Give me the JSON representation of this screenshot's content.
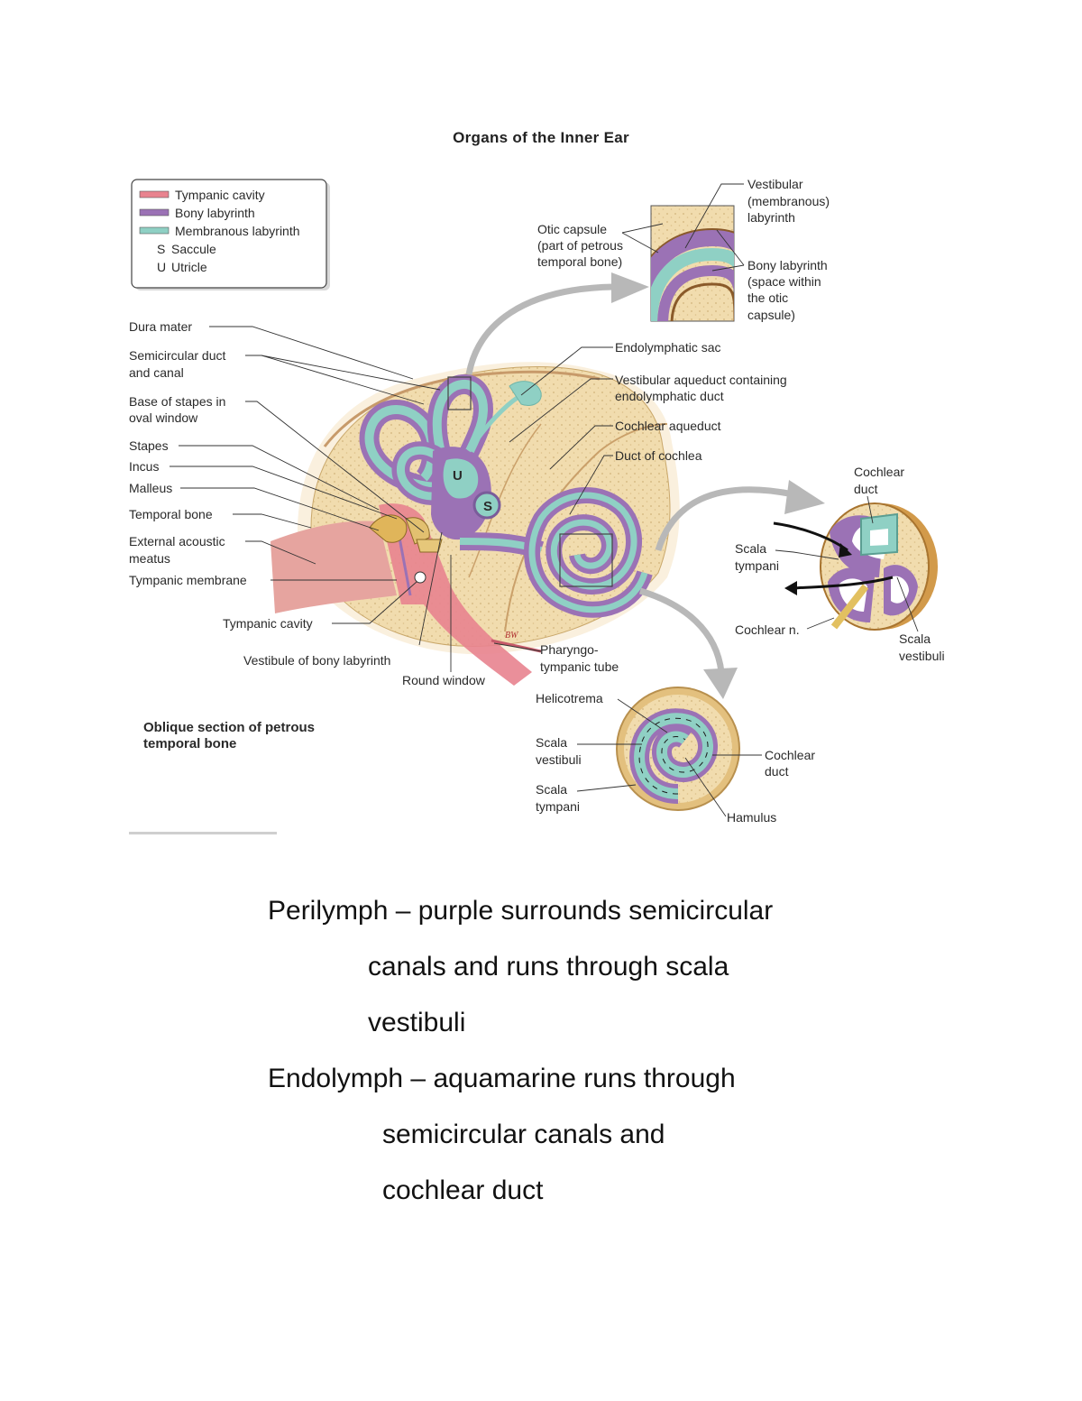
{
  "title": "Organs of the Inner Ear",
  "legend": {
    "items": [
      {
        "label": "Tympanic cavity",
        "color": "#e8838f"
      },
      {
        "label": "Bony labyrinth",
        "color": "#9b72b5"
      },
      {
        "label": "Membranous labyrinth",
        "color": "#8fd0c4"
      }
    ],
    "abbrev": [
      {
        "key": "S",
        "label": "Saccule"
      },
      {
        "key": "U",
        "label": "Utricle"
      }
    ]
  },
  "left_labels": {
    "dura_mater": "Dura mater",
    "semicircular_duct_1": "Semicircular duct",
    "semicircular_duct_2": "and canal",
    "base_stapes_1": "Base of stapes in",
    "base_stapes_2": "oval window",
    "stapes": "Stapes",
    "incus": "Incus",
    "malleus": "Malleus",
    "temporal_bone": "Temporal bone",
    "external_acoustic_1": "External acoustic",
    "external_acoustic_2": "meatus",
    "tympanic_membrane": "Tympanic membrane",
    "tympanic_cavity": "Tympanic cavity",
    "vestibule": "Vestibule of bony labyrinth",
    "round_window": "Round window"
  },
  "right_labels": {
    "otic_capsule_1": "Otic capsule",
    "otic_capsule_2": "(part of petrous",
    "otic_capsule_3": "temporal bone)",
    "vestibular_1": "Vestibular",
    "vestibular_2": "(membranous)",
    "vestibular_3": "labyrinth",
    "bony_lab_1": "Bony labyrinth",
    "bony_lab_2": "(space within",
    "bony_lab_3": "the otic",
    "bony_lab_4": "capsule)",
    "endolymphatic_sac": "Endolymphatic sac",
    "vestibular_aqueduct_1": "Vestibular aqueduct containing",
    "vestibular_aqueduct_2": "endolymphatic duct",
    "cochlear_aqueduct": "Cochlear aqueduct",
    "duct_of_cochlea": "Duct of cochlea",
    "pharyngo_1": "Pharyngo-",
    "pharyngo_2": "tympanic tube",
    "cochlear_duct_top_1": "Cochlear",
    "cochlear_duct_top_2": "duct",
    "scala_tympani_r_1": "Scala",
    "scala_tympani_r_2": "tympani",
    "cochlear_n": "Cochlear n.",
    "scala_vestibuli_r_1": "Scala",
    "scala_vestibuli_r_2": "vestibuli",
    "helicotrema": "Helicotrema",
    "scala_vestibuli_b_1": "Scala",
    "scala_vestibuli_b_2": "vestibuli",
    "scala_tympani_b_1": "Scala",
    "scala_tympani_b_2": "tympani",
    "cochlear_duct_b_1": "Cochlear",
    "cochlear_duct_b_2": "duct",
    "hamulus": "Hamulus",
    "marker_u": "U",
    "marker_s": "S"
  },
  "caption_1": "Oblique section of petrous",
  "caption_2": "temporal bone",
  "notes": [
    "Perilymph – purple surrounds semicircular",
    "canals and runs through scala",
    "vestibuli",
    "Endolymph – aquamarine runs through",
    "semicircular canals and",
    "cochlear duct"
  ],
  "colors": {
    "bone": "#f1dcae",
    "bony_labyrinth": "#9b72b5",
    "membranous": "#8fd0c4",
    "tympanic": "#e8838f",
    "arrow": "#b8b8b8"
  }
}
